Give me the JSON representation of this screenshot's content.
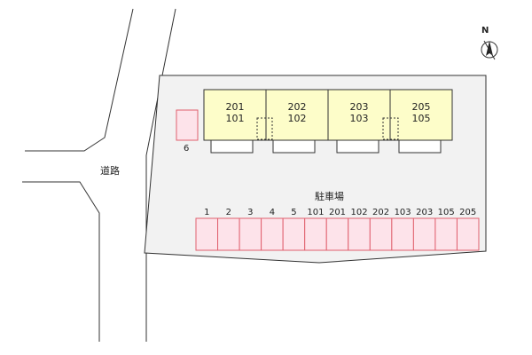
{
  "compass": {
    "label": "N",
    "icon": "north-arrow-icon"
  },
  "road": {
    "label": "道路"
  },
  "parking": {
    "title": "駐車場",
    "spaces": [
      "1",
      "2",
      "3",
      "4",
      "5",
      "101",
      "201",
      "102",
      "202",
      "103",
      "203",
      "105",
      "205"
    ],
    "extra_space": "6"
  },
  "buildings": [
    {
      "upper": "201",
      "lower": "101"
    },
    {
      "upper": "202",
      "lower": "102"
    },
    {
      "upper": "203",
      "lower": "103"
    },
    {
      "upper": "205",
      "lower": "105"
    }
  ],
  "colors": {
    "building_fill": "#fdfdc9",
    "parking_fill": "#fde3ea",
    "parking_stroke": "#e0606e",
    "site_fill": "#f2f2f2",
    "line": "#333333"
  }
}
